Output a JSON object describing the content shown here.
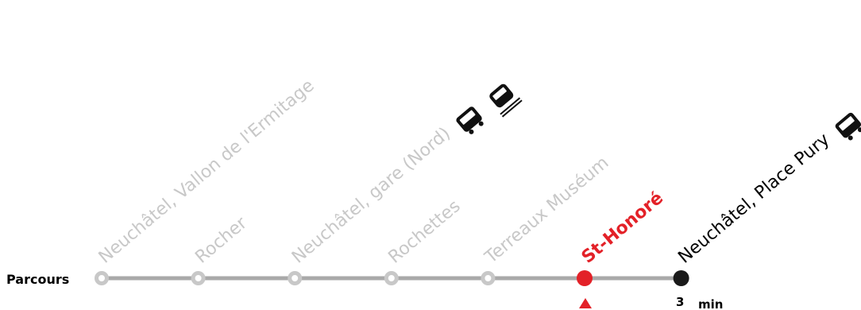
{
  "route_label": "Parcours",
  "stops": [
    {
      "name": "Neuchâtel, Vallon de l'Ermitage",
      "state": "past",
      "icons": []
    },
    {
      "name": "Rocher",
      "state": "past",
      "icons": []
    },
    {
      "name": "Neuchâtel, gare (Nord)",
      "state": "past",
      "icons": [
        "bus-icon",
        "train-icon"
      ]
    },
    {
      "name": "Rochettes",
      "state": "past",
      "icons": []
    },
    {
      "name": "Terreaux Muséum",
      "state": "past",
      "icons": []
    },
    {
      "name": "St-Honoré",
      "state": "current",
      "icons": []
    },
    {
      "name": "Neuchâtel, Place Pury",
      "state": "next",
      "icons": [
        "bus-icon"
      ]
    }
  ],
  "next_stop_time": {
    "value": "3",
    "unit": "min"
  },
  "colors": {
    "past": "#c8c8c8",
    "line": "#a9a9a9",
    "current": "#e32128",
    "next": "#1a1a1a",
    "label": "#000000"
  }
}
